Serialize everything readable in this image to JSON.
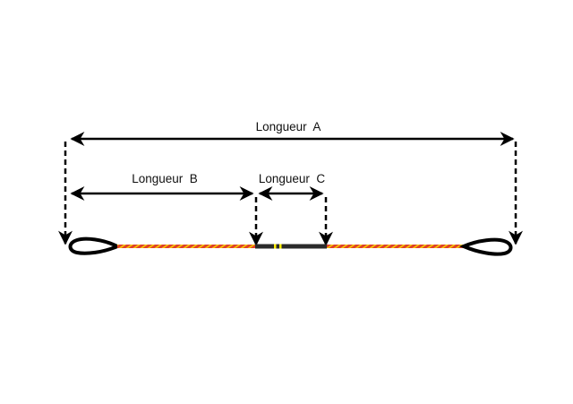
{
  "diagram": {
    "title": "",
    "labels": {
      "length_a": "Longueur  A",
      "length_b": "Longueur  B",
      "length_c": "Longueur  C"
    },
    "components": {
      "left_loop": "loop",
      "right_loop": "loop",
      "rope_left": "twisted rope (red/yellow)",
      "rope_right": "twisted rope (red/yellow)",
      "center_serving": "center serving (black) with yellow nocking point marks"
    },
    "colors": {
      "line": "#000000",
      "rope_red": "#e0402a",
      "rope_yellow": "#f5c400",
      "serving": "#2b2b2b",
      "nock_mark": "#ffee00",
      "background": "#ffffff"
    }
  }
}
